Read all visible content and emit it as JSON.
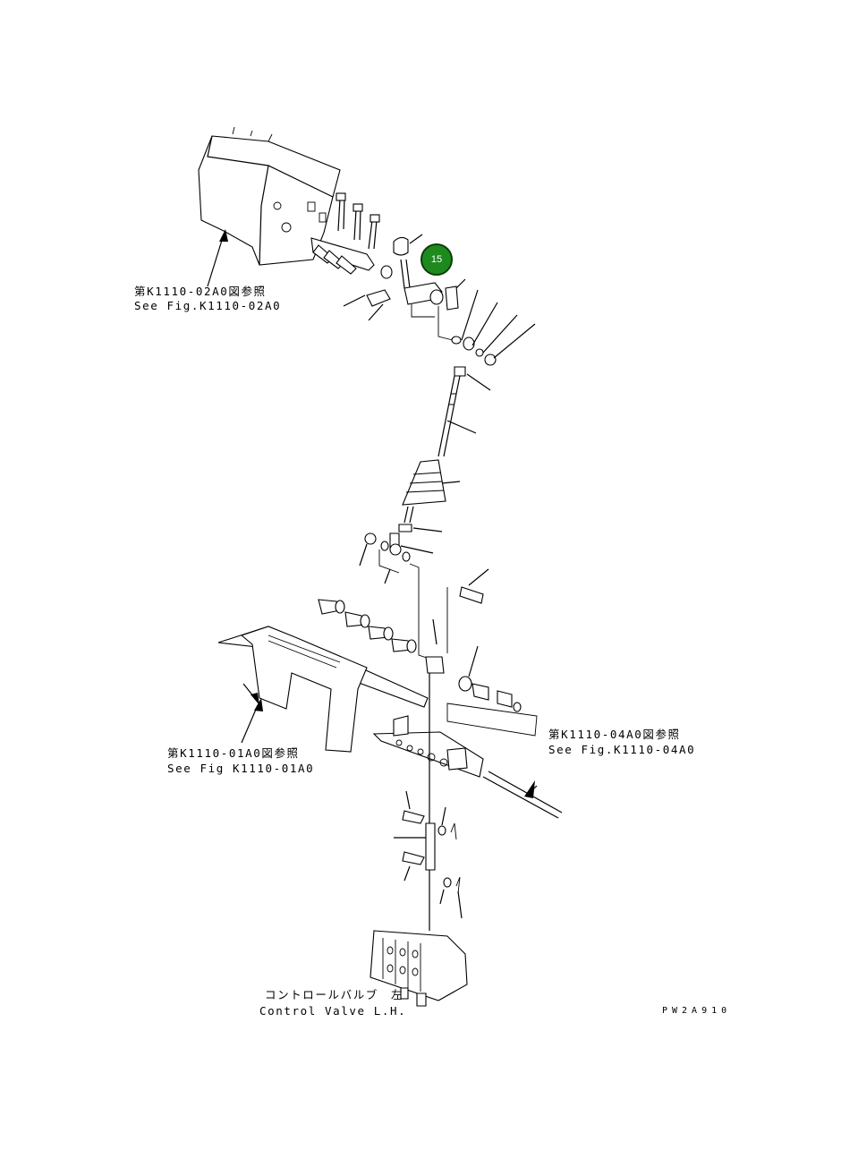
{
  "references": {
    "top": {
      "jp": "第K1110-02A0図参照",
      "en": "See Fig.K1110-02A0"
    },
    "middle": {
      "jp": "第K1110-01A0図参照",
      "en": "See Fig K1110-01A0"
    },
    "right": {
      "jp": "第K1110-04A0図参照",
      "en": "See Fig.K1110-04A0"
    },
    "valve": {
      "jp": "コントロールバルブ　左",
      "en": "Control Valve L.H."
    }
  },
  "callouts": [
    {
      "number": "15"
    }
  ],
  "drawing_code": "PW2A910",
  "colors": {
    "callout_fill": "#1e8a1e",
    "callout_border": "#0b3d0b",
    "line": "#000000"
  }
}
